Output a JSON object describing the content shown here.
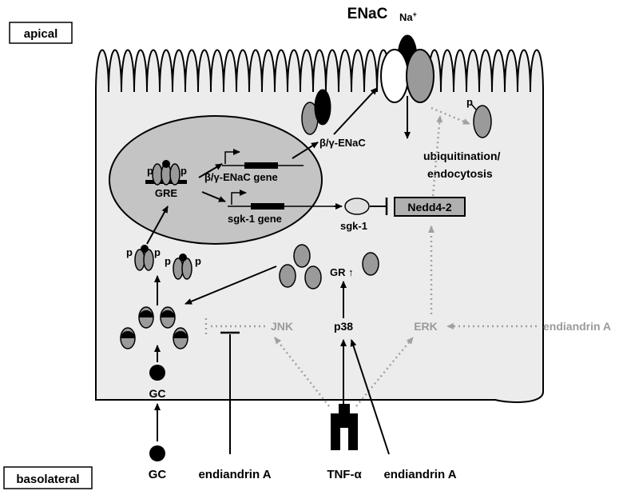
{
  "regions": {
    "apical": "apical",
    "basolateral": "basolateral"
  },
  "channel": {
    "title": "ENaC",
    "ion": "Na",
    "ion_charge": "+"
  },
  "nucleus": {
    "gre": "GRE",
    "phospho_left": "p",
    "phospho_right": "p",
    "enac_gene": "β/γ-ENaC gene",
    "sgk_gene": "sgk-1 gene"
  },
  "proteins": {
    "beta_gamma_enac": "β/γ-ENaC",
    "sgk1": "sgk-1",
    "nedd42": "Nedd4-2",
    "ubiquitination": "ubiquitination/",
    "endocytosis": "endocytosis",
    "phospho_subunit": "p",
    "gr": "GR ↑",
    "gc_inside": "GC",
    "p_labels": [
      "p",
      "p",
      "p",
      "p"
    ]
  },
  "kinases": {
    "jnk": "JNK",
    "p38": "p38",
    "erk": "ERK"
  },
  "inputs": {
    "gc": "GC",
    "endiandrin_left": "endiandrin A",
    "tnf": "TNF-α",
    "endiandrin_right": "endiandrin A",
    "endiandrin_erk": "endiandrin A"
  },
  "colors": {
    "cell_fill": "#ececec",
    "nucleus_fill": "#c4c4c4",
    "subunit_grey": "#9a9a9a",
    "inactive_grey": "#9a9a9a",
    "nedd_fill": "#b0b0b0"
  }
}
